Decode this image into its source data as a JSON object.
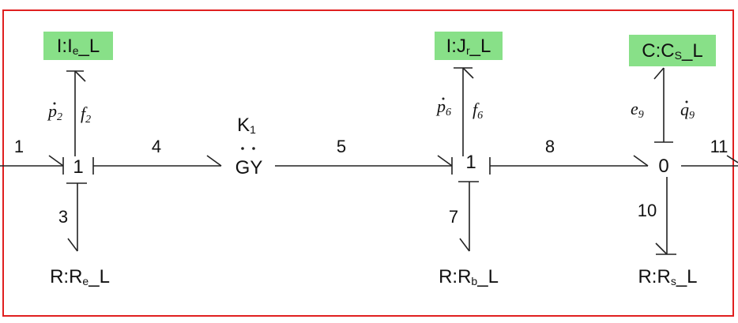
{
  "border_color": "#e02020",
  "highlight_color": "#88e088",
  "elements": {
    "i_el": {
      "main": "I:I",
      "sub": "e",
      "suffix": "_L"
    },
    "i_jr": {
      "main": "I:J",
      "sub": "r",
      "suffix": "_L"
    },
    "c_cs": {
      "main": "C:C",
      "sub": "S",
      "suffix": "_L"
    },
    "r_re": {
      "main": "R:R",
      "sub": "e",
      "suffix": "_L"
    },
    "r_rb": {
      "main": "R:R",
      "sub": "b",
      "suffix": "_L"
    },
    "r_rs": {
      "main": "R:R",
      "sub": "s",
      "suffix": "_L"
    },
    "junction1_left": "1",
    "junction1_right": "1",
    "junction0": "0",
    "gyrator": "GY",
    "gyrator_param": {
      "main": "K",
      "sub": "1"
    }
  },
  "bonds": {
    "b1": "1",
    "b3": "3",
    "b4": "4",
    "b5": "5",
    "b7": "7",
    "b8": "8",
    "b10": "10",
    "b11": "11"
  },
  "variables": {
    "p2": {
      "main": "p",
      "sub": "2"
    },
    "f2": {
      "main": "f",
      "sub": "2"
    },
    "p6": {
      "main": "p",
      "sub": "6"
    },
    "f6": {
      "main": "f",
      "sub": "6"
    },
    "e9": {
      "main": "e",
      "sub": "9"
    },
    "q9": {
      "main": "q",
      "sub": "9"
    }
  }
}
